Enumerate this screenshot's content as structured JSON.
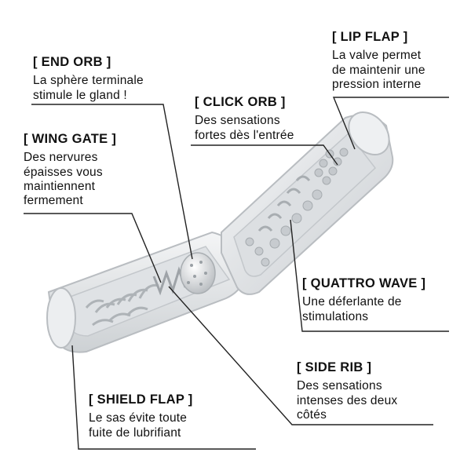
{
  "callouts": {
    "end_orb": {
      "title": "[ END ORB ]",
      "desc": "La sphère terminale\nstimule le gland !"
    },
    "lip_flap": {
      "title": "[ LIP FLAP ]",
      "desc": "La valve permet\nde maintenir une\npression interne"
    },
    "click_orb": {
      "title": "[ CLICK ORB ]",
      "desc": "Des sensations\nfortes dès l'entrée"
    },
    "wing_gate": {
      "title": "[ WING GATE ]",
      "desc": "Des nervures\népaisses vous\nmaintiennent\nfermement"
    },
    "quattro_wave": {
      "title": "[ QUATTRO WAVE ]",
      "desc": "Une déferlante de\nstimulations"
    },
    "side_rib": {
      "title": "[ SIDE RIB ]",
      "desc": "Des sensations\nintenses des deux\ncôtés"
    },
    "shield_flap": {
      "title": "[ SHIELD FLAP ]",
      "desc": "Le sas évite toute\nfuite de lubrifiant"
    }
  },
  "colors": {
    "text": "#111111",
    "line": "#222222",
    "device_fill": "#e6e8ea",
    "device_edge": "#b9bdc1"
  }
}
